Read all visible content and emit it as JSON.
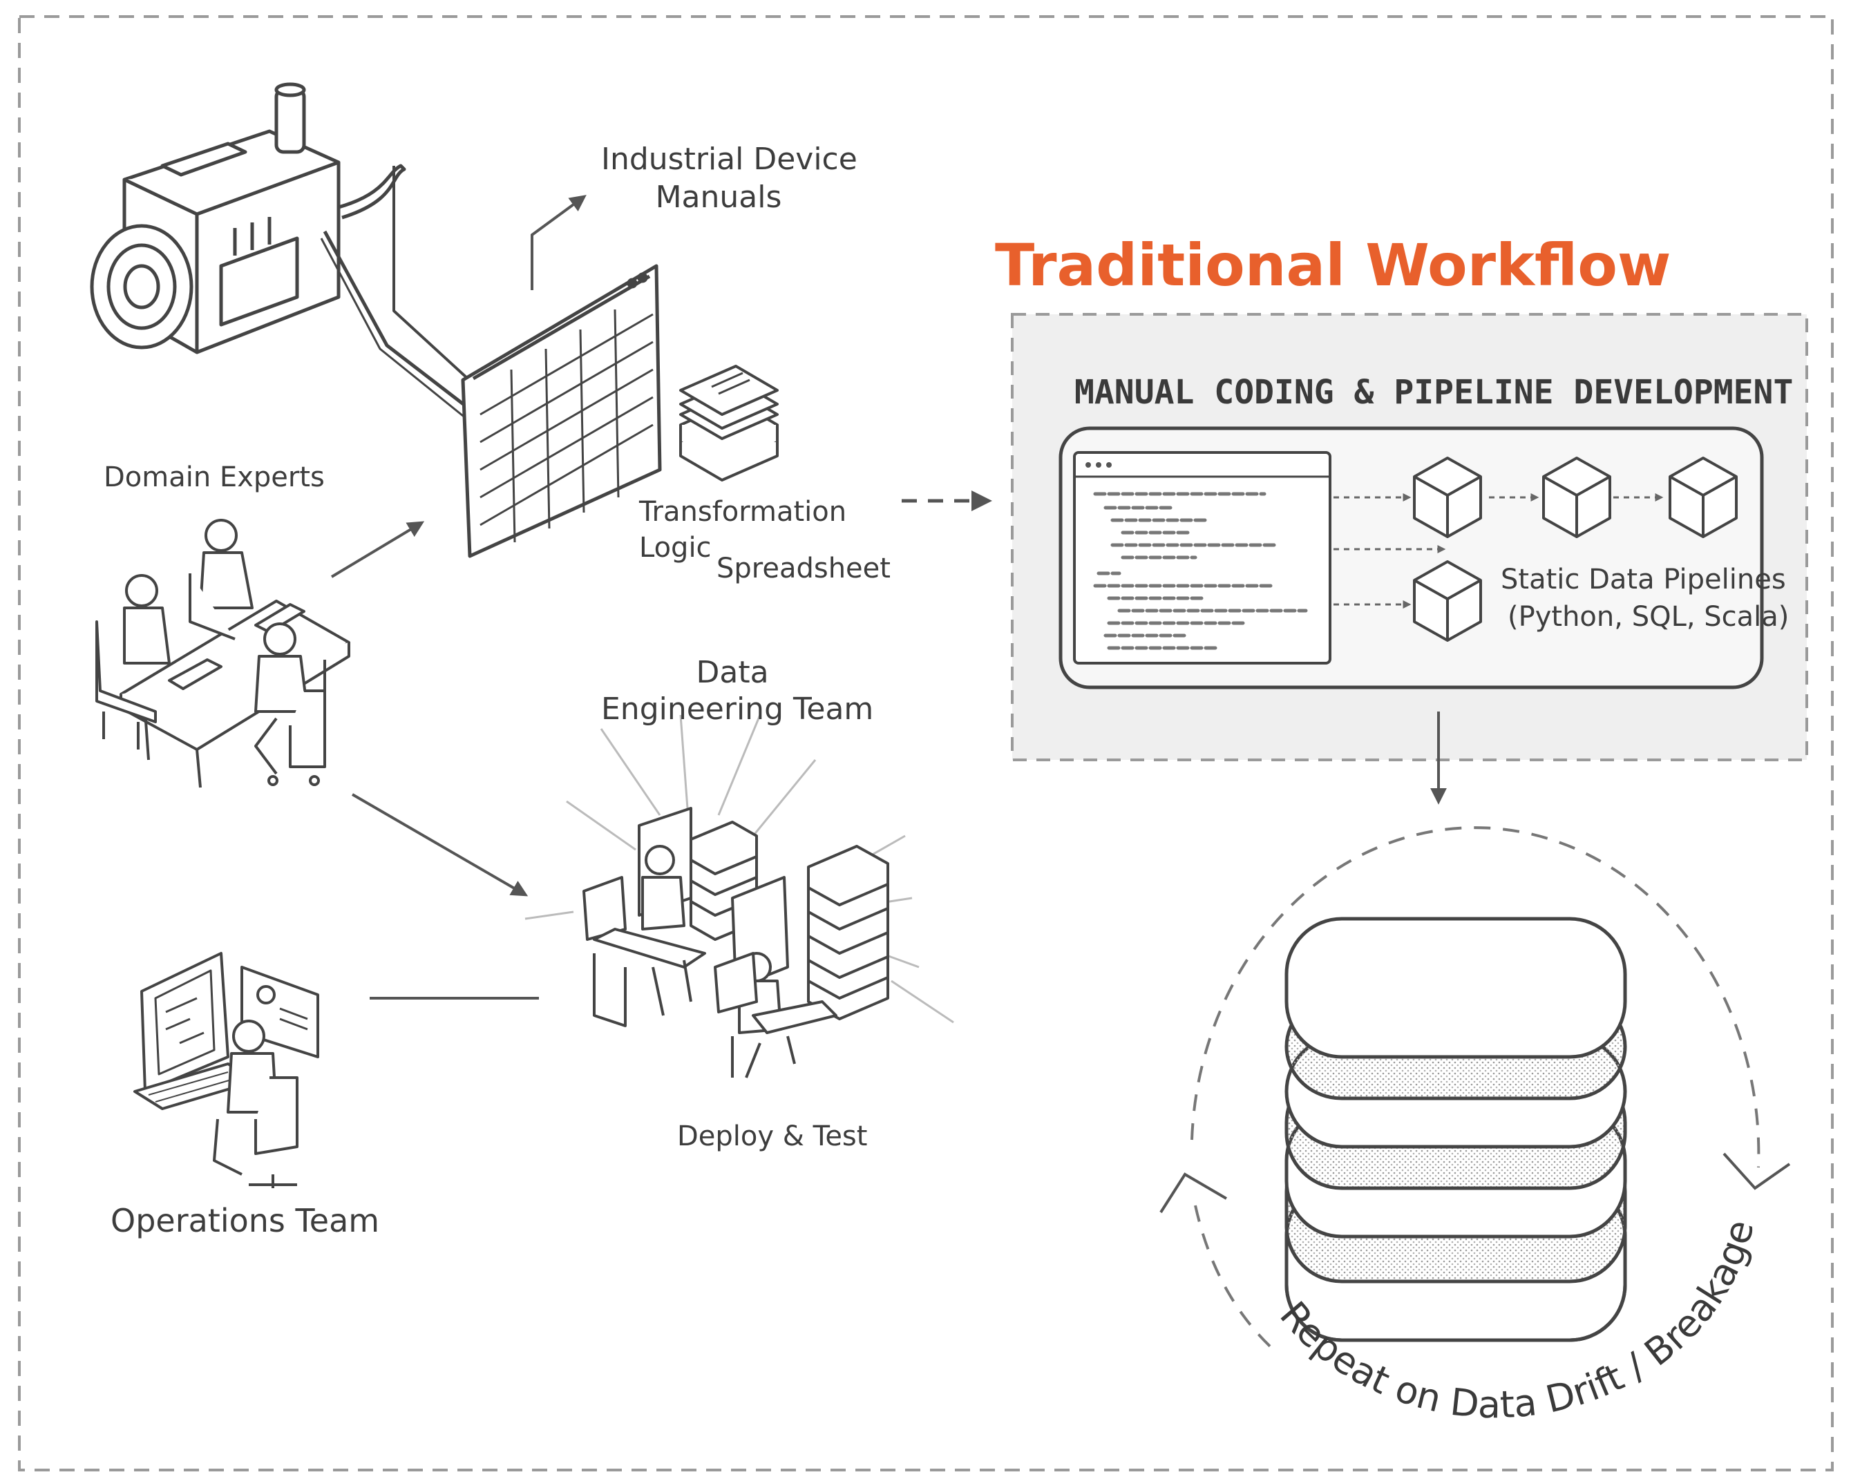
{
  "title": "Traditional Workflow",
  "colors": {
    "accent": "#e8602c",
    "line": "#555555",
    "panel_bg": "#efefef",
    "ink": "#3a3a3a"
  },
  "labels": {
    "industrial_device_manuals_1": "Industrial Device",
    "industrial_device_manuals_2": "Manuals",
    "domain_experts": "Domain Experts",
    "transformation_logic_1": "Transformation",
    "transformation_logic_2": "Logic",
    "spreadsheet": "Spreadsheet",
    "data_engineering_team_1": "Data",
    "data_engineering_team_2": "Engineering Team",
    "deploy_test": "Deploy & Test",
    "operations_team": "Operations Team"
  },
  "panel": {
    "title": "MANUAL CODING & PIPELINE DEVELOPMENT",
    "pipelines_1": "Static Data Pipelines",
    "pipelines_2": "(Python, SQL, Scala)"
  },
  "cycle_text": "Repeat on Data Drift / Breakages",
  "icons": [
    "industrial-device-icon",
    "spreadsheet-icon",
    "document-stack-icon",
    "meeting-team-icon",
    "engineering-team-icon",
    "server-rack-icon",
    "operator-workstation-icon",
    "code-editor-icon",
    "pipeline-cube-icon",
    "database-stack-icon"
  ]
}
